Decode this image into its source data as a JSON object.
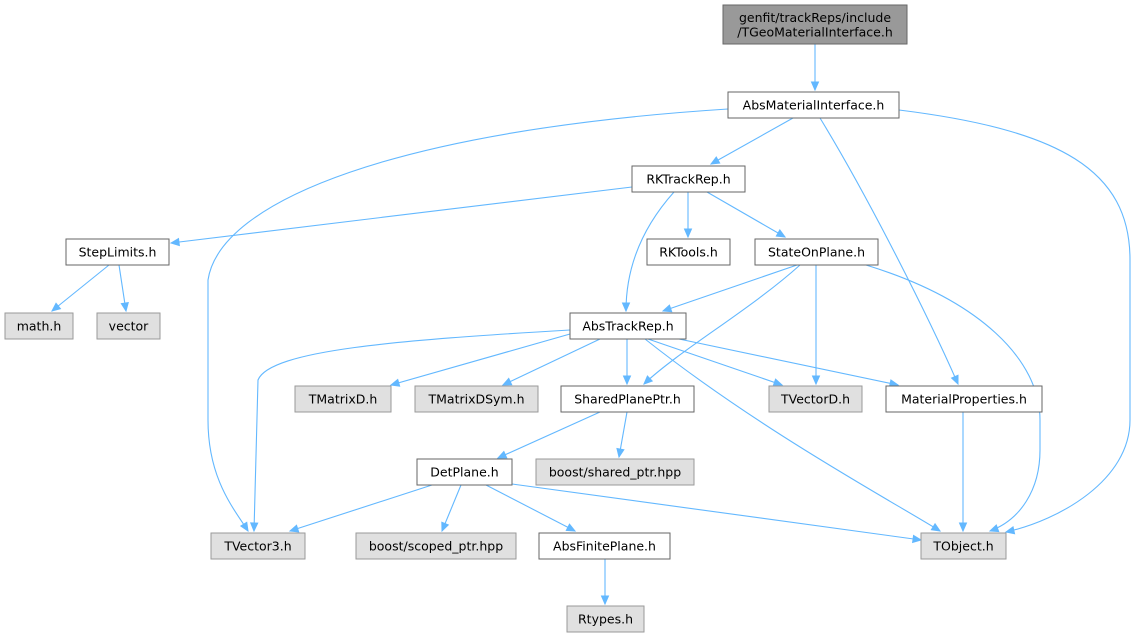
{
  "colors": {
    "root_fill": "#999999",
    "root_stroke": "#666666",
    "file_fill": "#ffffff",
    "file_stroke": "#666666",
    "external_fill": "#e0e0e0",
    "external_stroke": "#999999",
    "edge": "#63b8ff"
  },
  "nodes": {
    "root": {
      "lines": [
        "genfit/trackReps/include",
        "/TGeoMaterialInterface.h"
      ],
      "kind": "root"
    },
    "absmaterialinterface": {
      "lines": [
        "AbsMaterialInterface.h"
      ],
      "kind": "file"
    },
    "rktrackrep": {
      "lines": [
        "RKTrackRep.h"
      ],
      "kind": "file"
    },
    "steplimits": {
      "lines": [
        "StepLimits.h"
      ],
      "kind": "file"
    },
    "rktools": {
      "lines": [
        "RKTools.h"
      ],
      "kind": "file"
    },
    "stateonplane": {
      "lines": [
        "StateOnPlane.h"
      ],
      "kind": "file"
    },
    "math": {
      "lines": [
        "math.h"
      ],
      "kind": "external"
    },
    "vector": {
      "lines": [
        "vector"
      ],
      "kind": "external"
    },
    "abstrackrep": {
      "lines": [
        "AbsTrackRep.h"
      ],
      "kind": "file"
    },
    "tmatrixd": {
      "lines": [
        "TMatrixD.h"
      ],
      "kind": "external"
    },
    "tmatrixdsym": {
      "lines": [
        "TMatrixDSym.h"
      ],
      "kind": "external"
    },
    "sharedplaneptr": {
      "lines": [
        "SharedPlanePtr.h"
      ],
      "kind": "file"
    },
    "tvectord": {
      "lines": [
        "TVectorD.h"
      ],
      "kind": "external"
    },
    "materialproperties": {
      "lines": [
        "MaterialProperties.h"
      ],
      "kind": "file"
    },
    "detplane": {
      "lines": [
        "DetPlane.h"
      ],
      "kind": "file"
    },
    "boostshared": {
      "lines": [
        "boost/shared_ptr.hpp"
      ],
      "kind": "external"
    },
    "tvector3": {
      "lines": [
        "TVector3.h"
      ],
      "kind": "external"
    },
    "boostscoped": {
      "lines": [
        "boost/scoped_ptr.hpp"
      ],
      "kind": "external"
    },
    "absfiniteplane": {
      "lines": [
        "AbsFinitePlane.h"
      ],
      "kind": "file"
    },
    "tobject": {
      "lines": [
        "TObject.h"
      ],
      "kind": "external"
    },
    "rtypes": {
      "lines": [
        "Rtypes.h"
      ],
      "kind": "external"
    }
  },
  "edges": [
    [
      "root",
      "absmaterialinterface"
    ],
    [
      "absmaterialinterface",
      "rktrackrep"
    ],
    [
      "absmaterialinterface",
      "tvector3"
    ],
    [
      "absmaterialinterface",
      "materialproperties"
    ],
    [
      "absmaterialinterface",
      "tobject"
    ],
    [
      "rktrackrep",
      "steplimits"
    ],
    [
      "rktrackrep",
      "rktools"
    ],
    [
      "rktrackrep",
      "stateonplane"
    ],
    [
      "rktrackrep",
      "abstrackrep"
    ],
    [
      "steplimits",
      "math"
    ],
    [
      "steplimits",
      "vector"
    ],
    [
      "stateonplane",
      "abstrackrep"
    ],
    [
      "stateonplane",
      "sharedplaneptr"
    ],
    [
      "stateonplane",
      "tvectord"
    ],
    [
      "stateonplane",
      "tobject"
    ],
    [
      "abstrackrep",
      "tvector3"
    ],
    [
      "abstrackrep",
      "tmatrixd"
    ],
    [
      "abstrackrep",
      "tmatrixdsym"
    ],
    [
      "abstrackrep",
      "sharedplaneptr"
    ],
    [
      "abstrackrep",
      "tvectord"
    ],
    [
      "abstrackrep",
      "materialproperties"
    ],
    [
      "abstrackrep",
      "tobject"
    ],
    [
      "sharedplaneptr",
      "detplane"
    ],
    [
      "sharedplaneptr",
      "boostshared"
    ],
    [
      "materialproperties",
      "tobject"
    ],
    [
      "detplane",
      "tvector3"
    ],
    [
      "detplane",
      "boostscoped"
    ],
    [
      "detplane",
      "absfiniteplane"
    ],
    [
      "detplane",
      "tobject"
    ],
    [
      "absfiniteplane",
      "rtypes"
    ]
  ]
}
